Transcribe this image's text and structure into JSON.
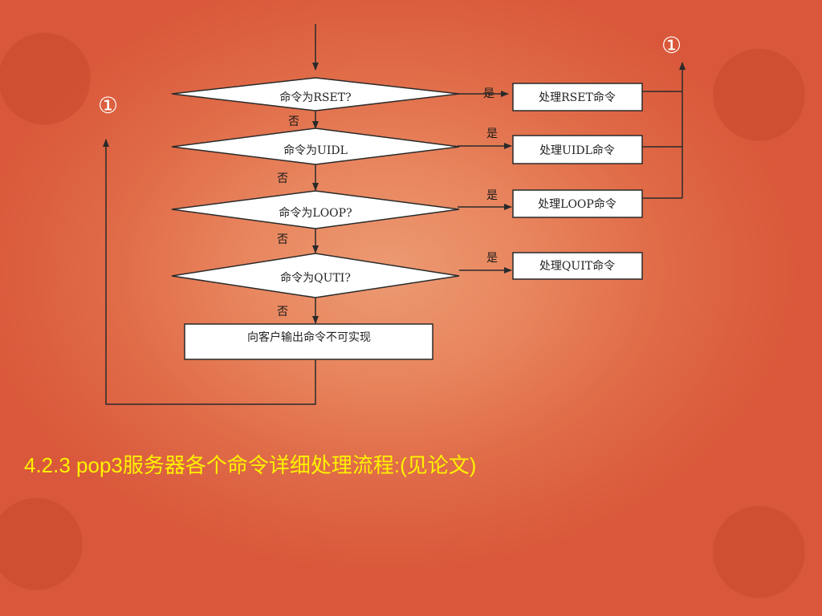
{
  "flowchart": {
    "decisions": [
      "命令为RSET?",
      "命令为UIDL",
      "命令为LOOP?",
      "命令为QUTI?"
    ],
    "actions": [
      "处理RSET命令",
      "处理UIDL命令",
      "处理LOOP命令",
      "处理QUIT命令"
    ],
    "final_box": "向客户输出命令不可实现",
    "yes_label": "是",
    "no_label": "否",
    "connector_marker": "①"
  },
  "caption": "4.2.3 pop3服务器各个命令详细处理流程:(见论文)",
  "colors": {
    "background": "#e8855e",
    "caption": "#fff200",
    "line": "#2a2a2a",
    "shape_fill": "#ffffff"
  }
}
